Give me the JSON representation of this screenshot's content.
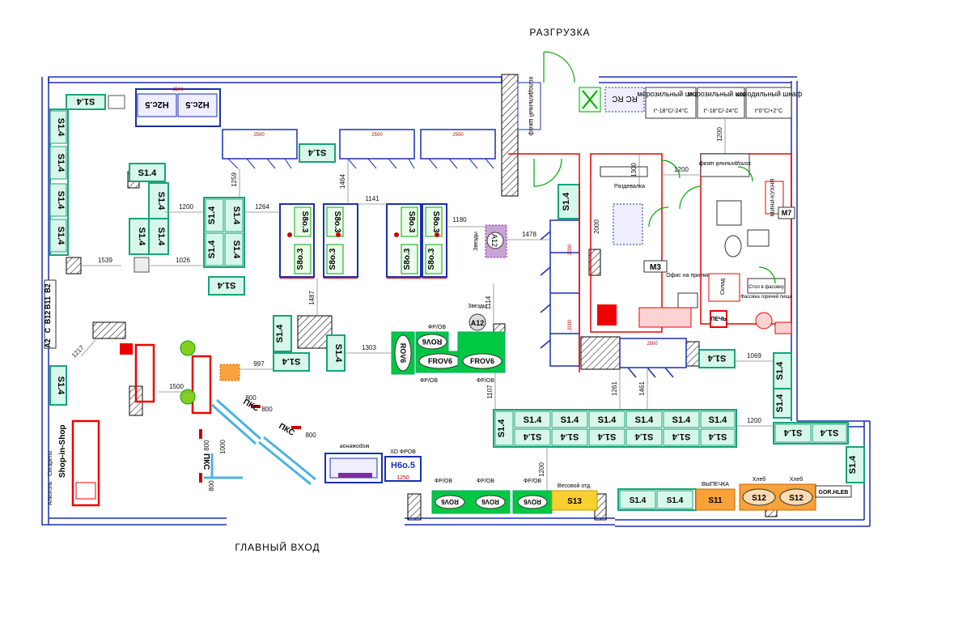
{
  "labels": {
    "top": "РАЗГРУЗКА",
    "bottom": "ГЛАВНЫЙ ВХОД"
  },
  "freezers": [
    {
      "title": "морозильный шкаф",
      "temp": "t°-18°C/-24°C"
    },
    {
      "title": "морозильный шкаф",
      "temp": "t°-18°C/-24°C"
    },
    {
      "title": "холодильный шкаф",
      "temp": "t°0°C/+2°C"
    }
  ],
  "cold_cabinet": "холодильный шкаф",
  "s14": "S1.4",
  "s8": "S8o.3",
  "h2": "H2c.5",
  "h6": "H6o.5",
  "a12": "A12",
  "frov": "FROV6",
  "frov_short": "ROV6",
  "fr_ob": "ФР/ОВ",
  "s13": "S13",
  "s11": "S11",
  "s12": "S12",
  "gor": "GOR.HLEB",
  "m3": "M3",
  "m7": "M7",
  "tags": {
    "vesovoy": "Весовой отд.",
    "vypechka": "ВЫПЕЧКА",
    "hleb": "Хлеб",
    "razdevalka": "Раздевалка",
    "ofis": "Офис на приемке",
    "pech": "ПЕЧЬ",
    "pks": "ПКС",
    "shop": "Shop-in-Shop",
    "sigarety": "Сигареты",
    "alkogol": "Алкоголь",
    "morozhenoe": "мороженое",
    "mini_kuhnya": "МИНИ-КУХНЯ",
    "kh_frov": "ХО ФРОВ",
    "zvezdy": "Звезды",
    "sklad": "Склад",
    "kitchen_note": "Стол в фасовку",
    "fasovka": "Фасовка горячей пищи",
    "a2": "A2",
    "c": "C",
    "b12": "B12",
    "b11": "B11",
    "b2": "B2",
    "dim_2500": "2500",
    "dim_1250": "1250"
  },
  "dims": {
    "d1539": "1539",
    "d1026": "1026",
    "d1200a": "1200",
    "d1264": "1264",
    "d1259": "1259",
    "d1464": "1464",
    "d1141": "1141",
    "d1180": "1180",
    "d1478": "1478",
    "d1487": "1487",
    "d1303": "1303",
    "d1114": "1114",
    "d997": "997",
    "d1217": "1217",
    "d1500": "1500",
    "d1107": "1107",
    "d1261": "1261",
    "d1461": "1461",
    "d1069": "1069",
    "d1200b": "1200",
    "d1200c": "1200",
    "d1200d": "1200",
    "d1300": "1300",
    "d2000": "2000",
    "d800": "800",
    "d1000": "1000"
  }
}
